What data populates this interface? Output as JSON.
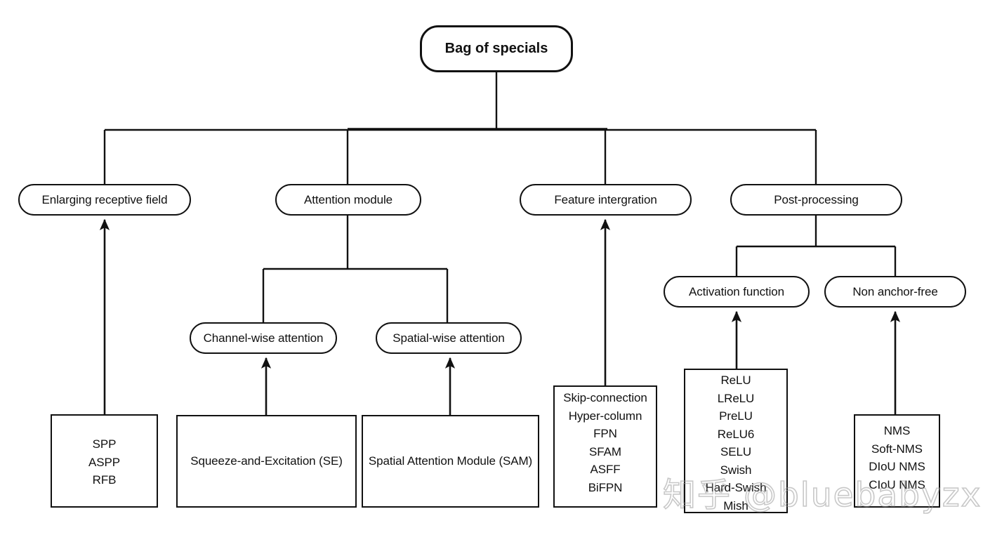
{
  "diagram": {
    "title": "Bag of specials",
    "root": {
      "label": "Bag of specials"
    },
    "level2": [
      {
        "label": "Enlarging receptive field"
      },
      {
        "label": "Attention module"
      },
      {
        "label": "Feature intergration"
      },
      {
        "label": "Post-processing"
      }
    ],
    "level3": [
      {
        "label": "Channel-wise attention"
      },
      {
        "label": "Spatial-wise attention"
      },
      {
        "label": "Activation function"
      },
      {
        "label": "Non anchor-free"
      }
    ],
    "leaves": [
      {
        "name": "enlarging-receptive-field-methods",
        "items": [
          "SPP",
          "ASPP",
          "RFB"
        ]
      },
      {
        "name": "channel-wise-attention-methods",
        "items": [
          "Squeeze-and-Excitation (SE)"
        ]
      },
      {
        "name": "spatial-wise-attention-methods",
        "items": [
          "Spatial Attention Module (SAM)"
        ]
      },
      {
        "name": "feature-integration-methods",
        "items": [
          "Skip-connection",
          "Hyper-column",
          "FPN",
          "SFAM",
          "ASFF",
          "BiFPN"
        ]
      },
      {
        "name": "activation-function-methods",
        "items": [
          "ReLU",
          "LReLU",
          "PreLU",
          "ReLU6",
          "SELU",
          "Swish",
          "Hard-Swish",
          "Mish"
        ]
      },
      {
        "name": "non-anchor-free-methods",
        "items": [
          "NMS",
          "Soft-NMS",
          "DIoU NMS",
          "CIoU NMS"
        ]
      }
    ],
    "watermark": "知乎 @bluebabyzxian",
    "colors": {
      "background": "#ffffff",
      "stroke": "#111111",
      "text": "#111111",
      "watermark": "#969696"
    }
  }
}
